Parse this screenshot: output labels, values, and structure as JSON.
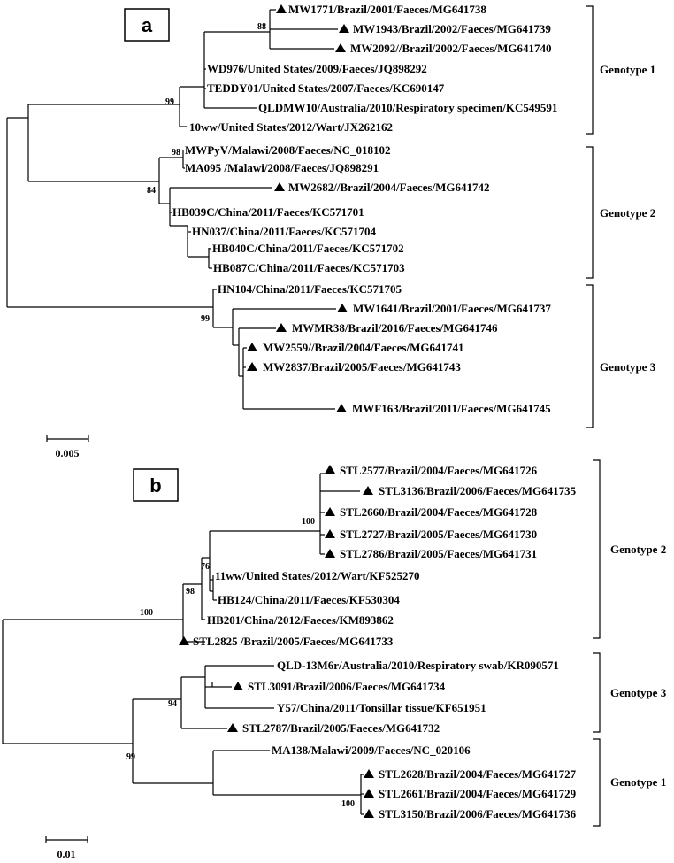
{
  "panels": [
    {
      "label": "a",
      "scale_label": "0.005",
      "taxa": [
        "MW1771/Brazil/2001/Faeces/MG641738",
        "MW1943/Brazil/2002/Faeces/MG641739",
        "MW2092//Brazil/2002/Faeces/MG641740",
        "WD976/United States/2009/Faeces/JQ898292",
        "TEDDY01/United States/2007/Faeces/KC690147",
        "QLDMW10/Australia/2010/Respiratory specimen/KC549591",
        "10ww/United States/2012/Wart/JX262162",
        "MWPyV/Malawi/2008/Faeces/NC_018102",
        "MA095 /Malawi/2008/Faeces/JQ898291",
        "MW2682//Brazil/2004/Faeces/MG641742",
        "HB039C/China/2011/Faeces/KC571701",
        "HN037/China/2011/Faeces/KC571704",
        "HB040C/China/2011/Faeces/KC571702",
        "HB087C/China/2011/Faeces/KC571703",
        "HN104/China/2011/Faeces/KC571705",
        "MW1641/Brazil/2001/Faeces/MG641737",
        "MWMR38/Brazil/2016/Faeces/MG641746",
        "MW2559//Brazil/2004/Faeces/MG641741",
        "MW2837/Brazil/2005/Faeces/MG641743",
        "MWF163/Brazil/2011/Faeces/MG641745"
      ],
      "bootstrap": [
        "88",
        "99",
        "98",
        "84",
        "99"
      ],
      "genotypes": [
        "Genotype  1",
        "Genotype  2",
        "Genotype  3"
      ]
    },
    {
      "label": "b",
      "scale_label": "0.01",
      "taxa": [
        "STL2577/Brazil/2004/Faeces/MG641726",
        "STL3136/Brazil/2006/Faeces/MG641735",
        "STL2660/Brazil/2004/Faeces/MG641728",
        "STL2727/Brazil/2005/Faeces/MG641730",
        "STL2786/Brazil/2005/Faeces/MG641731",
        "11ww/United States/2012/Wart/KF525270",
        "HB124/China/2011/Faeces/KF530304",
        "HB201/China/2012/Faeces/KM893862",
        "STL2825 /Brazil/2005/Faeces/MG641733",
        "QLD-13M6r/Australia/2010/Respiratory swab/KR090571",
        "STL3091/Brazil/2006/Faeces/MG641734",
        "Y57/China/2011/Tonsillar tissue/KF651951",
        "STL2787/Brazil/2005/Faeces/MG641732",
        "MA138/Malawi/2009/Faeces/NC_020106",
        "STL2628/Brazil/2004/Faeces/MG641727",
        "STL2661/Brazil/2004/Faeces/MG641729",
        "STL3150/Brazil/2006/Faeces/MG641736"
      ],
      "bootstrap": [
        "100",
        "76",
        "98",
        "100",
        "94",
        "99",
        "100"
      ],
      "genotypes": [
        "Genotype  2",
        "Genotype  3",
        "Genotype  1"
      ]
    }
  ]
}
